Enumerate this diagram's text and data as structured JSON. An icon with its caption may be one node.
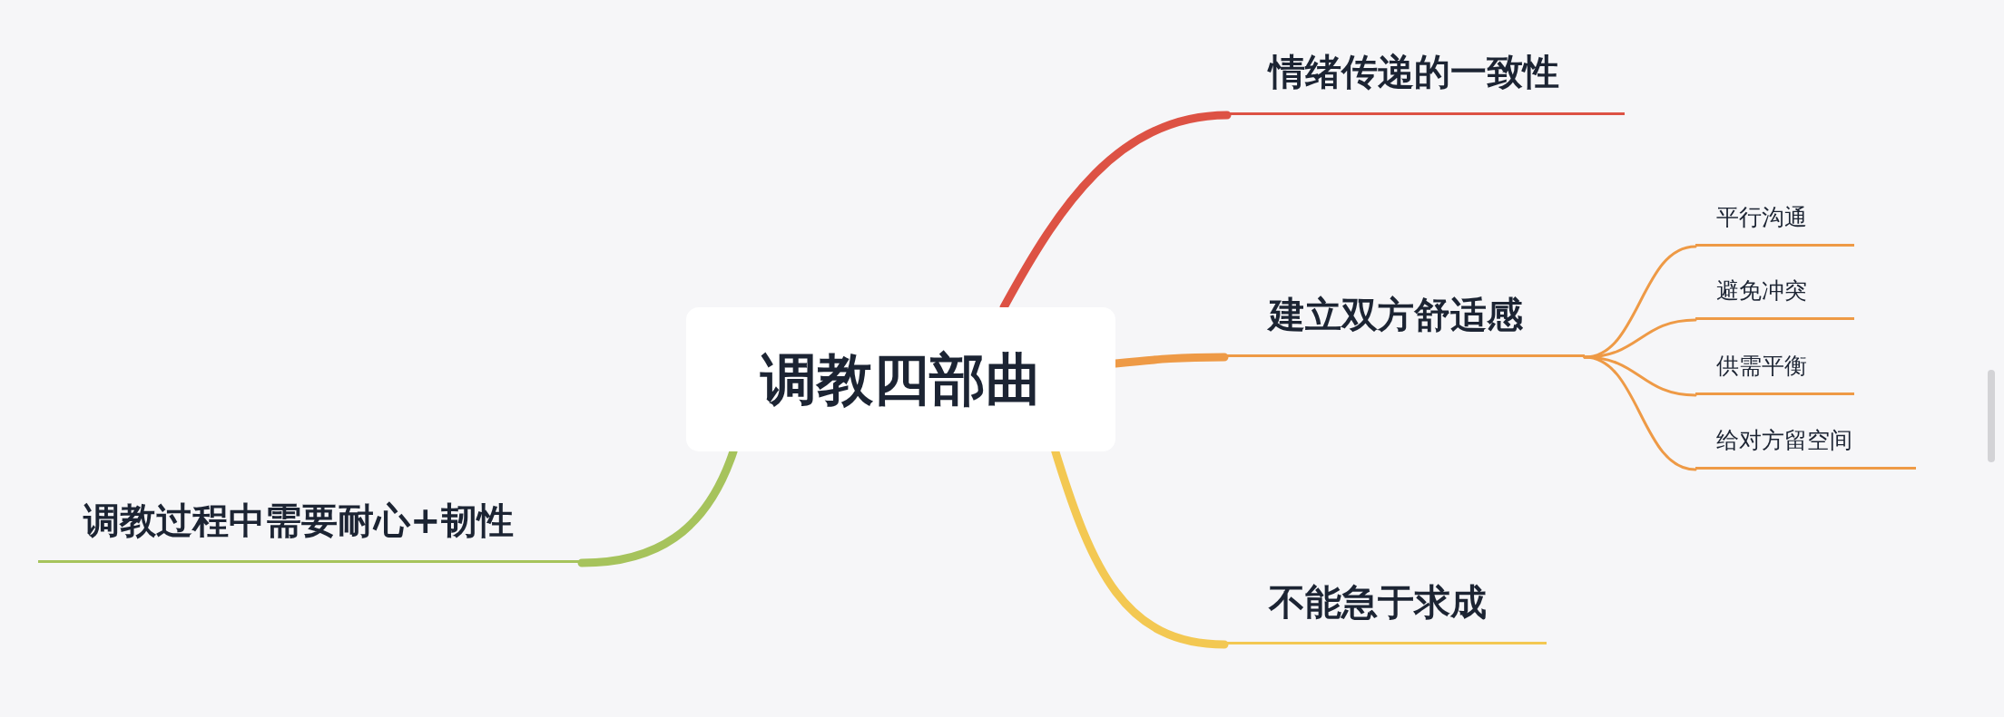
{
  "diagram": {
    "nodes": [
      {
        "text": [
          "调教四部曲"
        ]
      },
      {
        "text": [
          "情绪传递的一致性"
        ]
      },
      {
        "text": [
          "建立双方舒适感"
        ]
      },
      {
        "text": [
          "平行沟通"
        ]
      },
      {
        "text": [
          "避免冲突"
        ]
      },
      {
        "text": [
          "供需平衡"
        ]
      },
      {
        "text": [
          "给对方留空间"
        ]
      },
      {
        "text": [
          "不能急于求成"
        ]
      },
      {
        "text": [
          "调教过程中需要耐心+韧性"
        ]
      }
    ],
    "edges": [
      {
        "from": 0,
        "to": 1,
        "arrow": "none",
        "style": "thick",
        "color": "#dd5244"
      },
      {
        "from": 0,
        "to": 2,
        "arrow": "none",
        "style": "thick"
      },
      {
        "from": 0,
        "to": 7,
        "arrow": "none",
        "style": "thick",
        "color": "#f3c852"
      },
      {
        "from": 0,
        "to": 8,
        "arrow": "none",
        "style": "thick",
        "color": "#a6c35c"
      },
      {
        "from": 2,
        "to": 3,
        "arrow": "none"
      },
      {
        "from": 2,
        "to": 4,
        "arrow": "none"
      },
      {
        "from": 2,
        "to": 5,
        "arrow": "none"
      },
      {
        "from": 2,
        "to": 6,
        "arrow": "none"
      }
    ]
  }
}
